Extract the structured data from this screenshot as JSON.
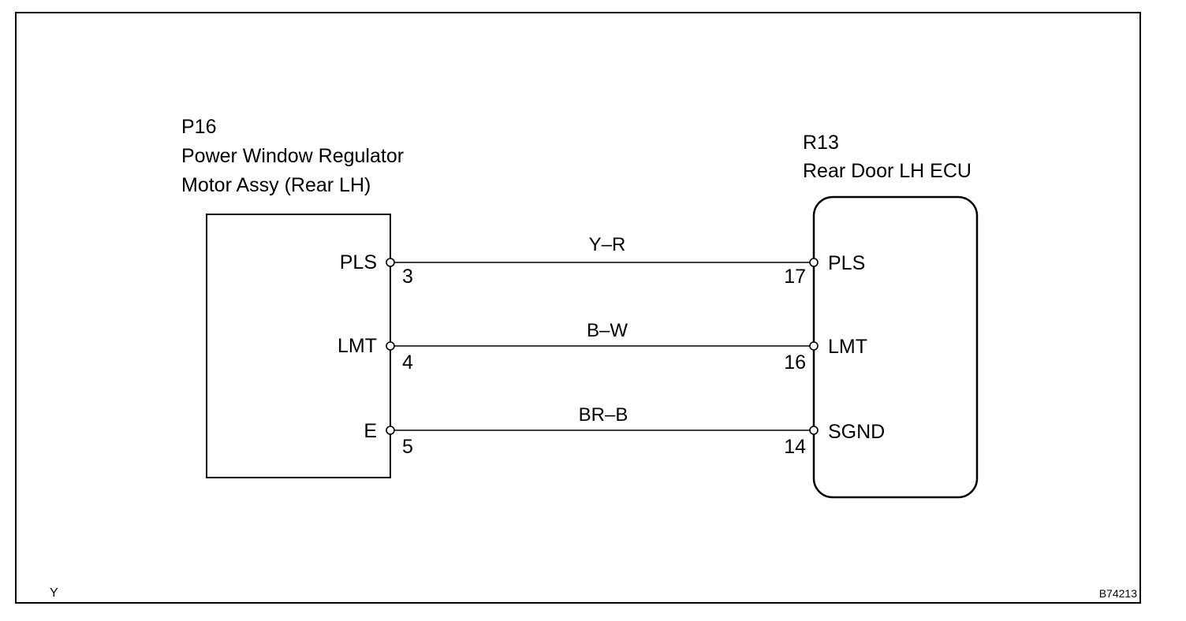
{
  "left_component": {
    "code": "P16",
    "name_line1": "Power Window Regulator",
    "name_line2": "Motor Assy (Rear LH)",
    "pins": [
      {
        "label": "PLS",
        "number": "3"
      },
      {
        "label": "LMT",
        "number": "4"
      },
      {
        "label": "E",
        "number": "5"
      }
    ]
  },
  "right_component": {
    "code": "R13",
    "name": "Rear Door LH ECU",
    "pins": [
      {
        "label": "PLS",
        "number": "17"
      },
      {
        "label": "LMT",
        "number": "16"
      },
      {
        "label": "SGND",
        "number": "14"
      }
    ]
  },
  "wires": [
    {
      "color_code": "Y–R"
    },
    {
      "color_code": "B–W"
    },
    {
      "color_code": "BR–B"
    }
  ],
  "corner_left": "Y",
  "figure_id": "B74213"
}
